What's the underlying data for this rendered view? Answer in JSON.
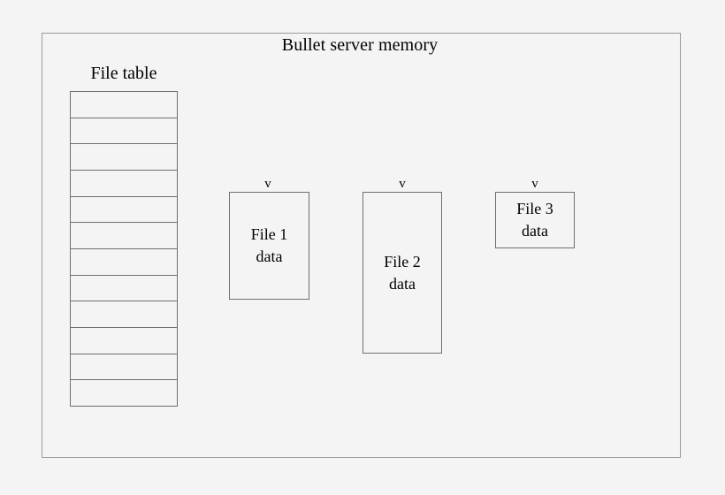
{
  "diagram": {
    "title": "Bullet server memory",
    "file_table": {
      "label": "File table",
      "row_count": 12,
      "rows": [
        "",
        "",
        "",
        "",
        "",
        "",
        "",
        "",
        "",
        "",
        "",
        ""
      ]
    },
    "file_blocks": [
      {
        "id": "file-1",
        "line1": "File 1",
        "line2": "data",
        "arrow_glyph": "v"
      },
      {
        "id": "file-2",
        "line1": "File 2",
        "line2": "data",
        "arrow_glyph": "v"
      },
      {
        "id": "file-3",
        "line1": "File 3",
        "line2": "data",
        "arrow_glyph": "v"
      }
    ]
  },
  "colors": {
    "background": "#f4f4f4",
    "frame_border": "#9a9a9a",
    "box_border": "#6f6f6f",
    "text": "#000000"
  }
}
